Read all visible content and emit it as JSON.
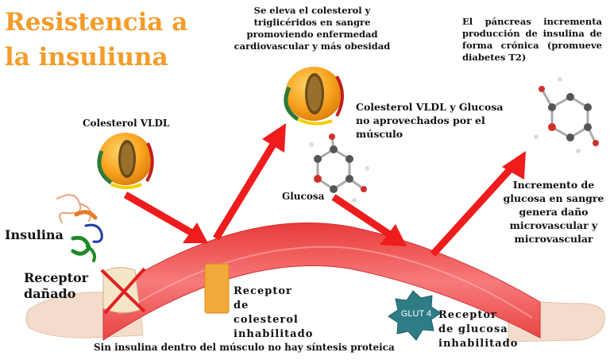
{
  "title": "Resistencia a la insuliuna",
  "top_note": "Se eleva el colesterol y triglicéridos en sangre promoviendo enfermedad cardiovascular y más obesidad",
  "right_note": "El páncreas incrementa producción de insulina de forma crónica (promueve diabetes T2)",
  "labels": {
    "vldl": "Colesterol VLDL",
    "vldl_glucosa": "Colesterol VLDL y Glucosa no aprovechados por el músculo",
    "glucosa": "Glucosa",
    "incremento": "Incremento de glucosa en sangre genera daño microvascular y microvascular",
    "insulina": "Insulina",
    "receptor_danado": "Receptor dañado",
    "receptor_colesterol": "Receptor de colesterol inhabilitado",
    "glut4": "GLUT 4",
    "receptor_glucosa": "Receptor de glucosa inhabilitado",
    "bottom": "Sin insulina dentro del músculo no hay síntesis proteica"
  },
  "colors": {
    "title": "#f39c2a",
    "arrow": "#ee1c1c",
    "muscle": "#f25454",
    "bone": "#f3dccb",
    "receptor": "#f2a93a",
    "glut4": "#2e7d86"
  }
}
